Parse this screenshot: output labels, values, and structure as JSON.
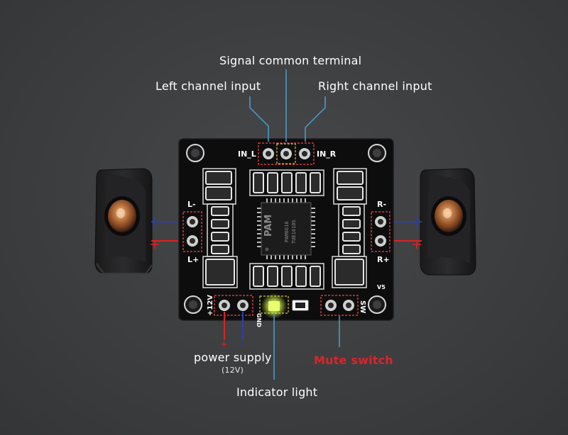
{
  "labels": {
    "signal_common": "Signal common terminal",
    "left_input": "Left channel input",
    "right_input": "Right channel input",
    "power_supply": "power supply",
    "power_voltage": "(12V)",
    "indicator_light": "Indicator light",
    "mute_switch": "Mute switch"
  },
  "board": {
    "in_l": "IN_L",
    "in_r": "IN_R",
    "l_minus": "L-",
    "l_plus": "L+",
    "r_minus": "R-",
    "r_plus": "R+",
    "plus_12v": "+12V",
    "gnd": "GND",
    "sw": "SW",
    "version": "V5",
    "chip_brand": "PAM",
    "chip_model": "PAM8610",
    "chip_code": "TUE1610S"
  },
  "wire_marks": {
    "plus": "+",
    "minus": "-"
  },
  "colors": {
    "background": "#3d3e40",
    "pcb": "#0d0d0e",
    "callout_line": "#4a9fd0",
    "dashed_box": "#d63a3a",
    "dashed_box_mid": "#e0c23a",
    "led": "#d8ff5a",
    "mute_text": "#d8262b",
    "wire_red": "#e02020",
    "wire_blue": "#2a3fb0",
    "speaker_cone": "#b06a3a"
  },
  "icons": [
    "speaker-icon",
    "chip-icon",
    "led-icon"
  ]
}
